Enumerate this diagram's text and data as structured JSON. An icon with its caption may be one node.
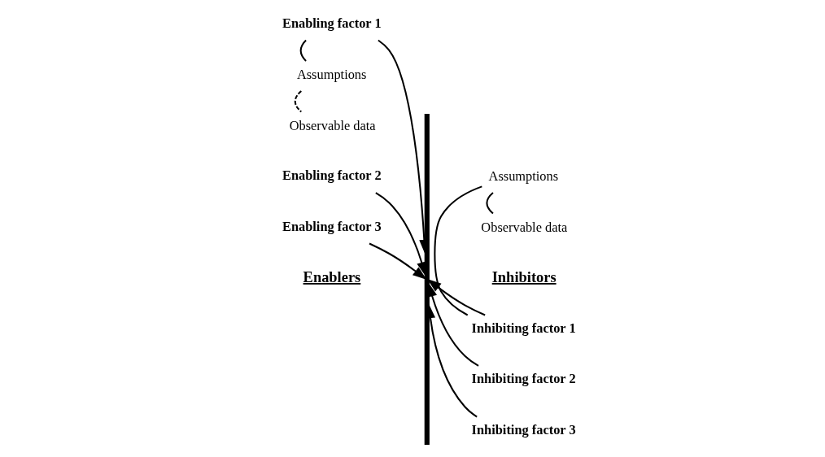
{
  "diagram": {
    "nodes": [
      {
        "text": [],
        "shape": "bar"
      },
      {
        "text": [
          "Enabling factor 1"
        ]
      },
      {
        "text": [
          "Assumptions"
        ]
      },
      {
        "text": [
          "Observable data"
        ]
      },
      {
        "text": [
          "Enabling factor 2"
        ]
      },
      {
        "text": [
          "Enabling factor 3"
        ]
      },
      {
        "text": [
          "Inhibiting factor 1"
        ]
      },
      {
        "text": [
          "Assumptions"
        ]
      },
      {
        "text": [
          "Observable data"
        ]
      },
      {
        "text": [
          "Inhibiting factor 2"
        ]
      },
      {
        "text": [
          "Inhibiting factor 3"
        ]
      }
    ],
    "edges": [
      {
        "from": 6,
        "to": 0,
        "arrow": "to"
      },
      {
        "from": 1,
        "to": 0,
        "arrow": "to"
      },
      {
        "from": 1,
        "to": 2,
        "arrow": "none"
      },
      {
        "from": 2,
        "to": 3,
        "arrow": "none",
        "style": "dashed"
      },
      {
        "from": 6,
        "to": 7,
        "arrow": "none"
      },
      {
        "from": 7,
        "to": 8,
        "arrow": "none"
      },
      {
        "from": 9,
        "to": 0,
        "arrow": "to"
      },
      {
        "from": 4,
        "to": 0,
        "arrow": "to"
      },
      {
        "from": 10,
        "to": 0,
        "arrow": "to"
      },
      {
        "from": 5,
        "to": 0,
        "arrow": "to"
      }
    ],
    "labels": [
      "Enablers",
      "Inhibitors"
    ]
  }
}
